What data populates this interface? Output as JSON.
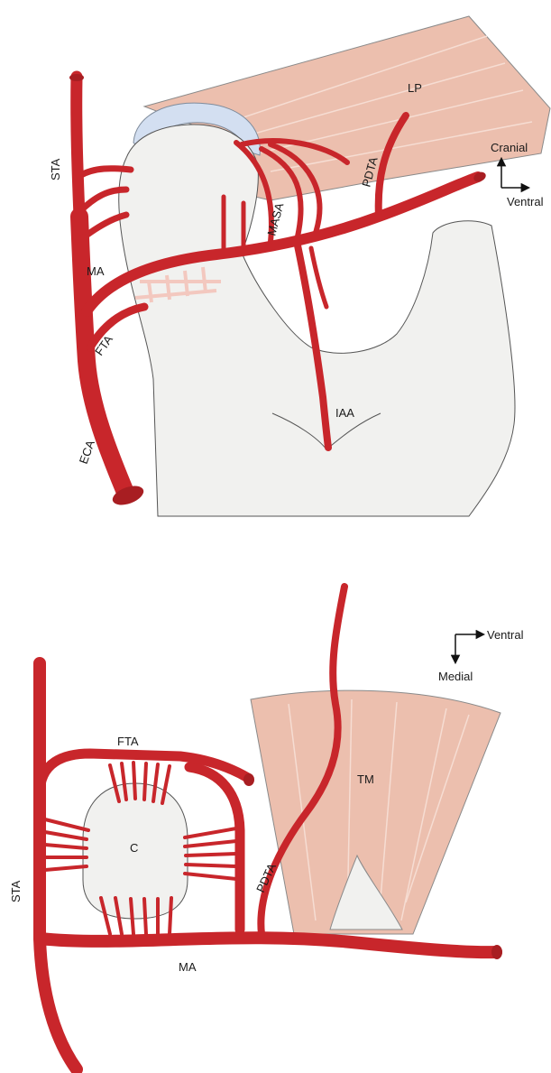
{
  "top_panel": {
    "labels": {
      "sta": "STA",
      "ma": "MA",
      "fta": "FTA",
      "eca": "ECA",
      "masa": "MASA",
      "pdta": "PDTA",
      "lp": "LP",
      "iaa": "IAA"
    },
    "orientation": {
      "up": "Cranial",
      "right": "Ventral"
    }
  },
  "bottom_panel": {
    "labels": {
      "fta": "FTA",
      "c": "C",
      "sta": "STA",
      "ma": "MA",
      "pdta": "PDTA",
      "tm": "TM"
    },
    "orientation": {
      "right": "Ventral",
      "down": "Medial"
    }
  },
  "colors": {
    "artery": "#c8262b",
    "bone": "#f1f1ef",
    "muscle": "#ecbfae",
    "disc": "#d3dff1",
    "outline": "#555555"
  }
}
